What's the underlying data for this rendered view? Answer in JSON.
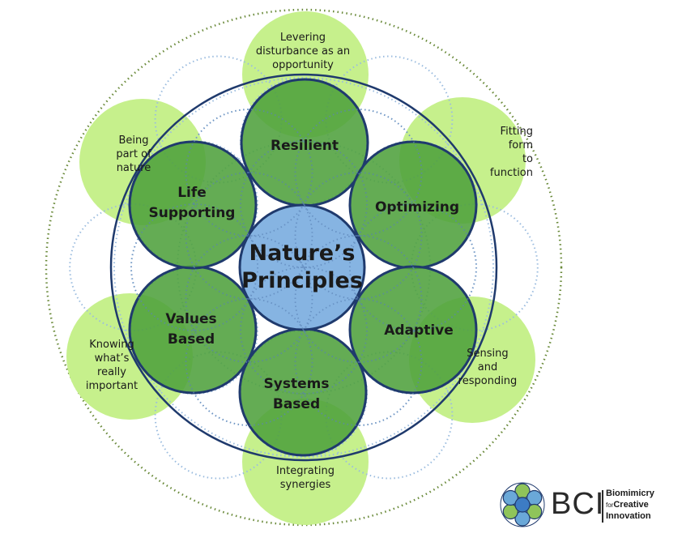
{
  "diagram": {
    "center": "Nature’s\nPrinciples",
    "principles": [
      {
        "key": "resilient",
        "label": "Resilient"
      },
      {
        "key": "optimizing",
        "label": "Optimizing"
      },
      {
        "key": "adaptive",
        "label": "Adaptive"
      },
      {
        "key": "systems-based",
        "label": "Systems\nBased"
      },
      {
        "key": "values-based",
        "label": "Values\nBased"
      },
      {
        "key": "life-supporting",
        "label": "Life\nSupporting"
      }
    ],
    "outer_labels": [
      {
        "key": "levering",
        "text": "Levering\ndisturbance as an\nopportunity"
      },
      {
        "key": "fitting",
        "text": "Fitting\nform\nto\nfunction"
      },
      {
        "key": "sensing",
        "text": "Sensing\nand\nresponding"
      },
      {
        "key": "integrating",
        "text": "Integrating\nsynergies"
      },
      {
        "key": "knowing",
        "text": "Knowing\nwhat’s\nreally\nimportant"
      },
      {
        "key": "being",
        "text": "Being\npart of\nnature"
      }
    ]
  },
  "logo": {
    "acronym": "BCI",
    "line1": "Biomimicry",
    "line2_small": "for",
    "line2": "Creative",
    "line3": "Innovation"
  },
  "colors": {
    "light_green": "#c6f08c",
    "dark_green": "#4ea13c",
    "center_blue": "#7fb0e0",
    "navy": "#1f3a6d",
    "dotted_blue": "#9bbcdf",
    "dotted_green": "#6a8a3a"
  }
}
